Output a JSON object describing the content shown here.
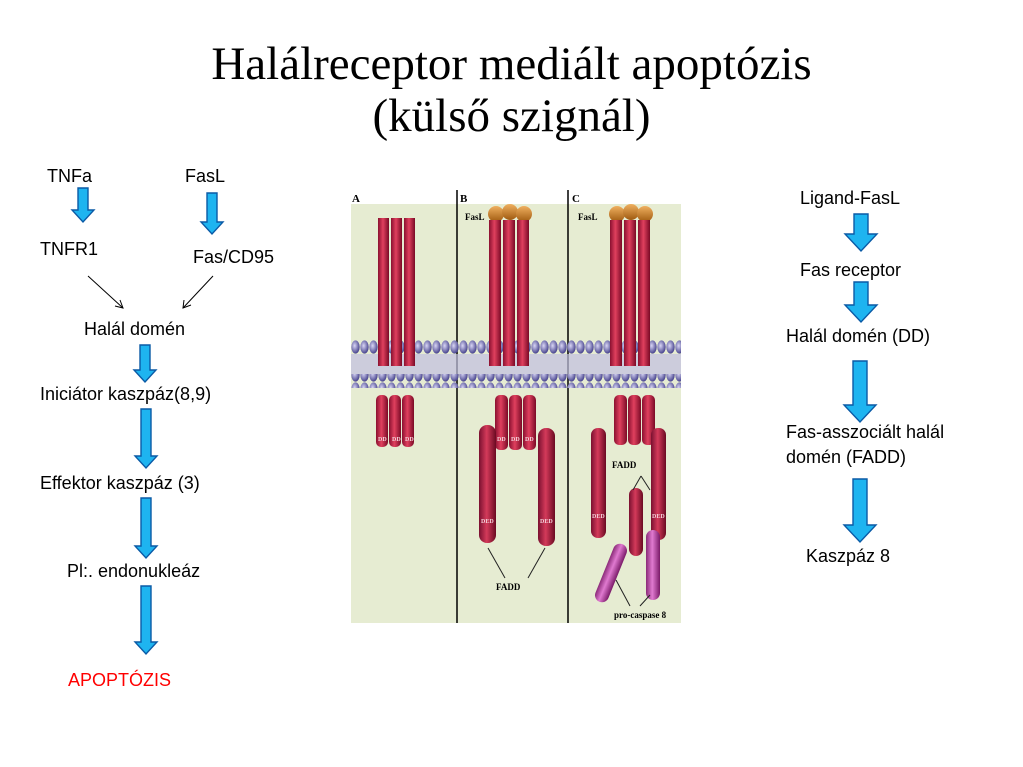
{
  "title": {
    "line1": "Halálreceptor mediált apoptózis",
    "line2": "(külső szignál)"
  },
  "left_flow": {
    "tnfa": "TNFa",
    "fasl": "FasL",
    "tnfr1": "TNFR1",
    "fas_cd95": "Fas/CD95",
    "death_domain": "Halál domén",
    "initiator": "Iniciátor kaszpáz(8,9)",
    "effector": "Effektor kaszpáz (3)",
    "endonuclease": "Pl:. endonukleáz",
    "apoptosis": "APOPTÓZIS"
  },
  "right_flow": {
    "ligand": "Ligand-FasL",
    "receptor": "Fas receptor",
    "dd": "Halál domén (DD)",
    "fadd_line1": "Fas-asszociált halál",
    "fadd_line2": "domén (FADD)",
    "caspase8": "Kaszpáz 8"
  },
  "figure": {
    "panel_a": "A",
    "panel_b": "B",
    "panel_c": "C",
    "fasl_b": "FasL",
    "fasl_c": "FasL",
    "dd": "DD",
    "ded": "DED",
    "fadd_b": "FADD",
    "fadd_c": "FADD",
    "procaspase": "pro-caspase 8"
  },
  "colors": {
    "arrow_fill": "#1eb4f0",
    "apoptosis_text": "#ff0000",
    "figure_bg": "#e6ecd2",
    "receptor": "#cc2244",
    "membrane": "#7b78b8"
  }
}
